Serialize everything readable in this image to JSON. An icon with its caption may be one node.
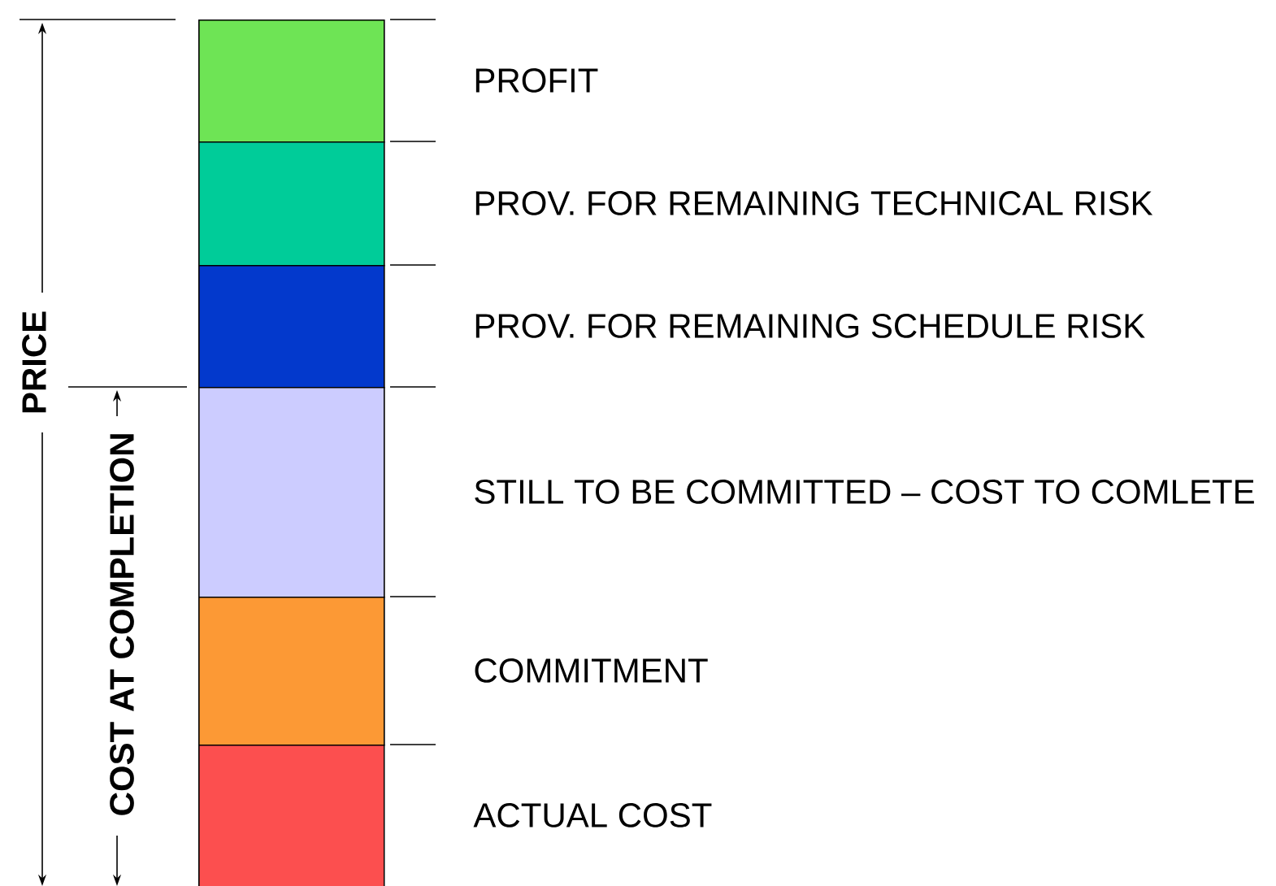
{
  "diagram": {
    "nodes": [
      {
        "text": [],
        "shape": "box",
        "beside": [
          "PROFIT"
        ]
      },
      {
        "text": [],
        "shape": "box",
        "beside": [
          "PROV. FOR REMAINING TECHNICAL RISK"
        ]
      },
      {
        "text": [],
        "shape": "box",
        "beside": [
          "PROV. FOR REMAINING SCHEDULE RISK"
        ]
      },
      {
        "text": [],
        "shape": "box",
        "beside": [
          "STILL TO BE COMMITTED – COST TO COMLETE"
        ]
      },
      {
        "text": [],
        "shape": "box",
        "beside": [
          "COMMITMENT"
        ]
      },
      {
        "text": [],
        "shape": "box",
        "beside": [
          "ACTUAL COST"
        ]
      }
    ],
    "labels": [
      "PRICE",
      "COST AT COMPLETION"
    ]
  }
}
